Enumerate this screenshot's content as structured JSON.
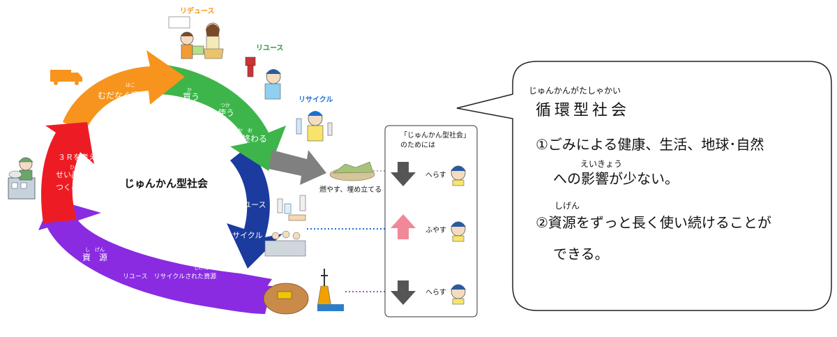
{
  "cycle": {
    "center_title": "じゅんかん型社会",
    "orange_segment": {
      "label": "むだなく運ぶ",
      "ruby": "はこ"
    },
    "green_segment": {
      "buy": "買う",
      "buy_ruby": "か",
      "use": "使う",
      "use_ruby": "つか",
      "end_use": "使い終わる",
      "end_use_ruby": "つか　お"
    },
    "blue_segment": {
      "reuse": "リユース",
      "recycle": "リサイクル"
    },
    "purple_segment": {
      "resource": "資　源",
      "resource_ruby": "し　げん",
      "recycled": "リユース　リサイクルされた資源",
      "recycled_ruby": "しげん"
    },
    "red_segment": {
      "line1": "３Ｒを考えて",
      "line2": "せい品を",
      "line2_ruby": "ひん",
      "line3": "つくる"
    }
  },
  "rrr_labels": {
    "reduce": "リデュース",
    "reuse": "リユース",
    "recycle": "リサイクル"
  },
  "disposal_label": "燃やす、埋め立てる",
  "society_box": {
    "title_line1": "「じゅんかん型社会」",
    "title_line2": "のためには",
    "rows": [
      {
        "label": "へらす",
        "arrow": "down",
        "color": "#555555"
      },
      {
        "label": "ふやす",
        "arrow": "up",
        "color": "#f08898"
      },
      {
        "label": "へらす",
        "arrow": "down",
        "color": "#555555"
      }
    ]
  },
  "speech_bubble": {
    "title_ruby": "じゅんかんがたしゃかい",
    "title": "循環型社会",
    "item1_line1": "①ごみによる健康、生活、地球･自然",
    "item1_ruby": "えいきょう",
    "item1_line2": "への影響が少ない。",
    "item2_ruby": "しげん",
    "item2_line1": "②資源をずっと長く使い続けることが",
    "item2_line2": "できる。"
  },
  "colors": {
    "orange": "#f7941d",
    "green": "#3db54a",
    "blue": "#1b3b9e",
    "purple": "#8a2be2",
    "red": "#ed1c24",
    "gray_arrow": "#808080",
    "dotted_gray": "#aaaaaa",
    "dotted_blue": "#1f6fd0",
    "dotted_purple": "#9b59b6",
    "rrr_reduce": "#f7941d",
    "rrr_reuse": "#1a9e3a",
    "rrr_recycle": "#1b6fd0"
  }
}
